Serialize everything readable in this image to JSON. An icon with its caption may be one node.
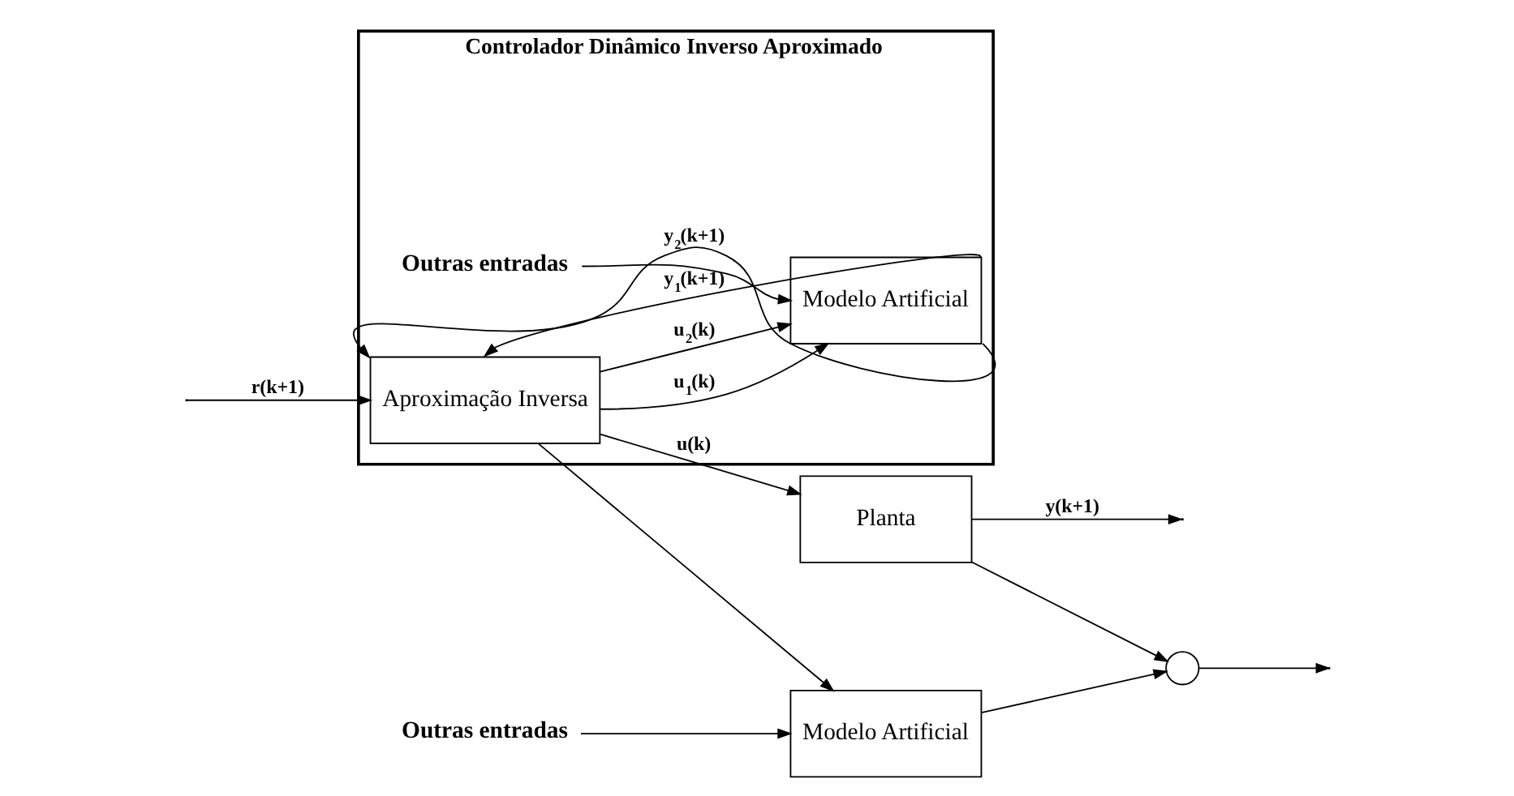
{
  "diagram": {
    "nodes": [
      {
        "text": [
          "Controlador Dinâmico Inverso Aproximado"
        ]
      },
      {
        "text": [
          "Aproximação Inversa"
        ],
        "in": 0
      },
      {
        "text": [
          "Modelo Artificial"
        ],
        "in": 0
      },
      {
        "text": [
          "Outras entradas"
        ],
        "in": 0
      },
      {
        "text": [
          "Planta"
        ]
      },
      {
        "text": [
          "Modelo Artificial"
        ]
      },
      {
        "text": [
          "Outras entradas"
        ]
      },
      {
        "text": [],
        "shape": "circle"
      }
    ],
    "edges": [
      {
        "from": null,
        "to": 1,
        "arrow": "to",
        "label": "r(k+1)"
      },
      {
        "from": 1,
        "to": 2,
        "arrow": "to",
        "label": "u$_{1}$(k)"
      },
      {
        "from": 1,
        "to": 2,
        "arrow": "to",
        "label": "u$_{2}$(k)"
      },
      {
        "from": 3,
        "to": 2,
        "arrow": "to"
      },
      {
        "from": 2,
        "to": 1,
        "arrow": "to",
        "label": "y$_{1}$(k+1)"
      },
      {
        "from": 2,
        "to": 1,
        "arrow": "to",
        "label": "y$_{2}$(k+1)"
      },
      {
        "from": 1,
        "to": 4,
        "arrow": "to",
        "label": "u(k)"
      },
      {
        "from": 1,
        "to": 5,
        "arrow": "to"
      },
      {
        "from": 6,
        "to": 5,
        "arrow": "to"
      },
      {
        "from": 4,
        "to": null,
        "arrow": "to",
        "label": "y(k+1)"
      },
      {
        "from": 4,
        "to": 7,
        "arrow": "to"
      },
      {
        "from": 5,
        "to": 7,
        "arrow": "to"
      },
      {
        "from": 7,
        "to": null,
        "arrow": "to"
      }
    ]
  }
}
